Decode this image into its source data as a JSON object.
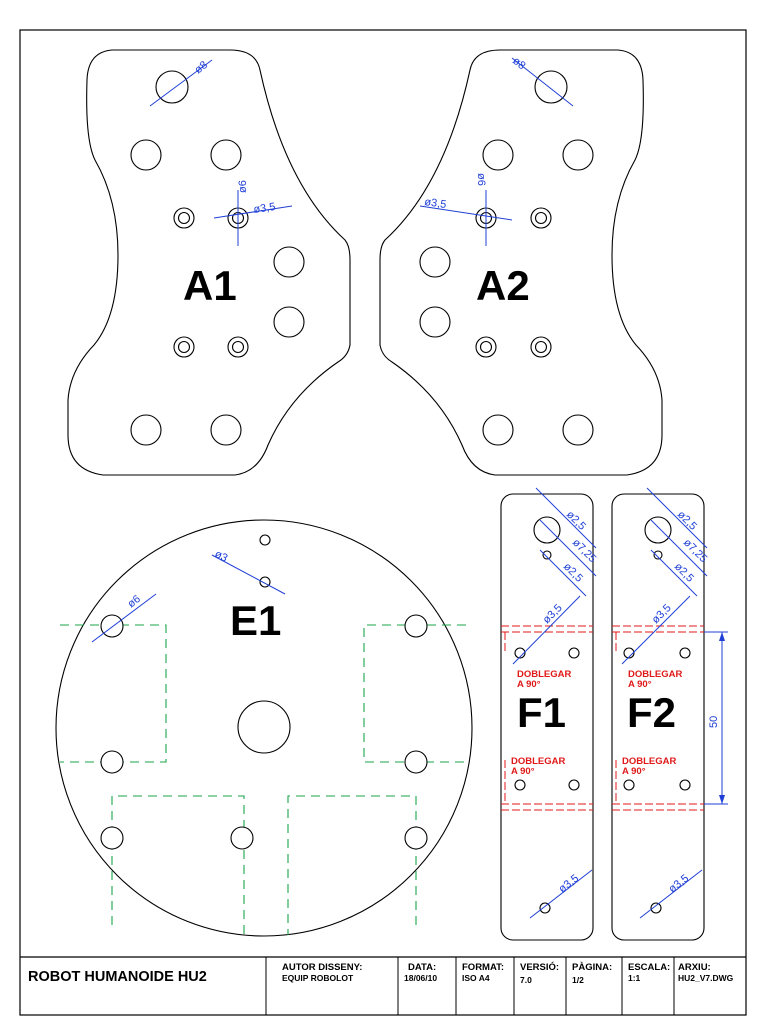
{
  "parts": {
    "a1": {
      "label": "A1",
      "dims": {
        "d8": "ø8",
        "d6": "ø6",
        "d35": "ø3,5"
      }
    },
    "a2": {
      "label": "A2",
      "dims": {
        "d8": "ø8",
        "d6": "ø6",
        "d35": "ø3,5"
      }
    },
    "e1": {
      "label": "E1",
      "dims": {
        "d3": "ø3",
        "d6": "ø6"
      }
    },
    "f1": {
      "label": "F1",
      "dims": {
        "d25a": "ø2,5",
        "d725": "ø7,25",
        "d25b": "ø2,5",
        "d35a": "ø3,5",
        "d35b": "ø3,5"
      },
      "bend_top": [
        "DOBLEGAR",
        "A 90°"
      ],
      "bend_bottom": [
        "DOBLEGAR",
        "A 90°"
      ]
    },
    "f2": {
      "label": "F2",
      "dims": {
        "d25a": "ø2,5",
        "d725": "ø7,25",
        "d25b": "ø2,5",
        "d35a": "ø3,5",
        "d35b": "ø3,5",
        "len": "50"
      },
      "bend_top": [
        "DOBLEGAR",
        "A 90°"
      ],
      "bend_bottom": [
        "DOBLEGAR",
        "A 90°"
      ]
    }
  },
  "title_block": {
    "title": "ROBOT HUMANOIDE HU2",
    "author_label": "AUTOR DISSENY:",
    "author_value": "EQUIP ROBOLOT",
    "date_label": "DATA:",
    "date_value": "18/06/10",
    "format_label": "FORMAT:",
    "format_value": "ISO A4",
    "version_label": "VERSIÓ:",
    "version_value": "7.0",
    "page_label": "PÀGINA:",
    "page_value": "1/2",
    "scale_label": "ESCALA:",
    "scale_value": "1:1",
    "file_label": "ARXIU:",
    "file_value": "HU2_V7.DWG"
  },
  "colors": {
    "dimension": "#1f3fd6",
    "hidden_line": "#1aa64a",
    "bend_line": "#e01818",
    "outline": "#000000"
  }
}
